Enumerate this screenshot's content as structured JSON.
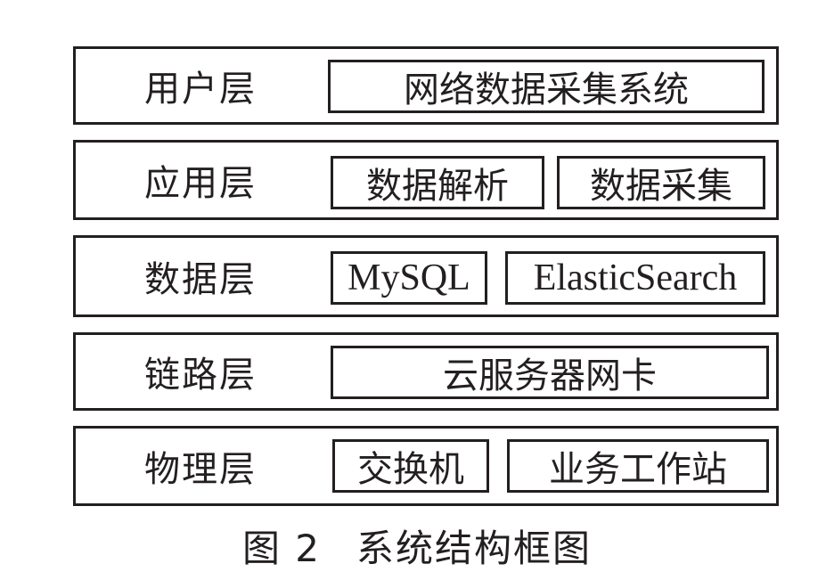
{
  "layers": [
    {
      "label": "用户层",
      "boxes": [
        "网络数据采集系统"
      ]
    },
    {
      "label": "应用层",
      "boxes": [
        "数据解析",
        "数据采集"
      ]
    },
    {
      "label": "数据层",
      "boxes": [
        "MySQL",
        "ElasticSearch"
      ]
    },
    {
      "label": "链路层",
      "boxes": [
        "云服务器网卡"
      ]
    },
    {
      "label": "物理层",
      "boxes": [
        "交换机",
        "业务工作站"
      ]
    }
  ],
  "caption": {
    "number": "图 2",
    "title": "系统结构框图"
  }
}
